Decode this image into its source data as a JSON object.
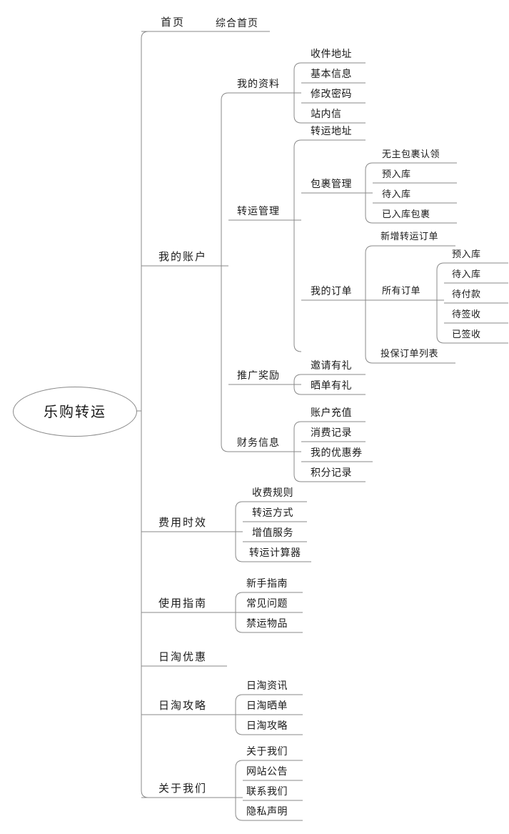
{
  "diagram": {
    "title": "乐购转运",
    "type": "mindmap-sitemap",
    "line_color": "#8a8a8a",
    "text_color": "#1a1a1a",
    "background": "#ffffff"
  },
  "root": {
    "label": "乐购转运"
  },
  "branches": [
    {
      "label": "首页",
      "children": [
        {
          "label": "综合首页"
        }
      ]
    },
    {
      "label": "我的账户",
      "children": [
        {
          "label": "我的资料",
          "children": [
            {
              "label": "收件地址"
            },
            {
              "label": "基本信息"
            },
            {
              "label": "修改密码"
            },
            {
              "label": "站内信"
            }
          ]
        },
        {
          "label": "转运管理",
          "children": [
            {
              "label": "转运地址"
            },
            {
              "label": "包裹管理",
              "children": [
                {
                  "label": "无主包裹认领"
                },
                {
                  "label": "预入库"
                },
                {
                  "label": "待入库"
                },
                {
                  "label": "已入库包裹"
                }
              ]
            },
            {
              "label": "我的订单",
              "children": [
                {
                  "label": "新增转运订单"
                },
                {
                  "label": "所有订单",
                  "children": [
                    {
                      "label": "预入库"
                    },
                    {
                      "label": "待入库"
                    },
                    {
                      "label": "待付款"
                    },
                    {
                      "label": "待签收"
                    },
                    {
                      "label": "已签收"
                    }
                  ]
                },
                {
                  "label": "投保订单列表"
                }
              ]
            }
          ]
        },
        {
          "label": "推广奖励",
          "children": [
            {
              "label": "邀请有礼"
            },
            {
              "label": "晒单有礼"
            }
          ]
        },
        {
          "label": "财务信息",
          "children": [
            {
              "label": "账户充值"
            },
            {
              "label": "消费记录"
            },
            {
              "label": "我的优惠券"
            },
            {
              "label": "积分记录"
            }
          ]
        }
      ]
    },
    {
      "label": "费用时效",
      "children": [
        {
          "label": "收费规则"
        },
        {
          "label": "转运方式"
        },
        {
          "label": "增值服务"
        },
        {
          "label": "转运计算器"
        }
      ]
    },
    {
      "label": "使用指南",
      "children": [
        {
          "label": "新手指南"
        },
        {
          "label": "常见问题"
        },
        {
          "label": "禁运物品"
        }
      ]
    },
    {
      "label": "日淘优惠",
      "children": []
    },
    {
      "label": "日淘攻略",
      "children": [
        {
          "label": "日淘资讯"
        },
        {
          "label": "日淘晒单"
        },
        {
          "label": "日淘攻略"
        }
      ]
    },
    {
      "label": "关于我们",
      "children": [
        {
          "label": "关于我们"
        },
        {
          "label": "网站公告"
        },
        {
          "label": "联系我们"
        },
        {
          "label": "隐私声明"
        }
      ]
    }
  ]
}
